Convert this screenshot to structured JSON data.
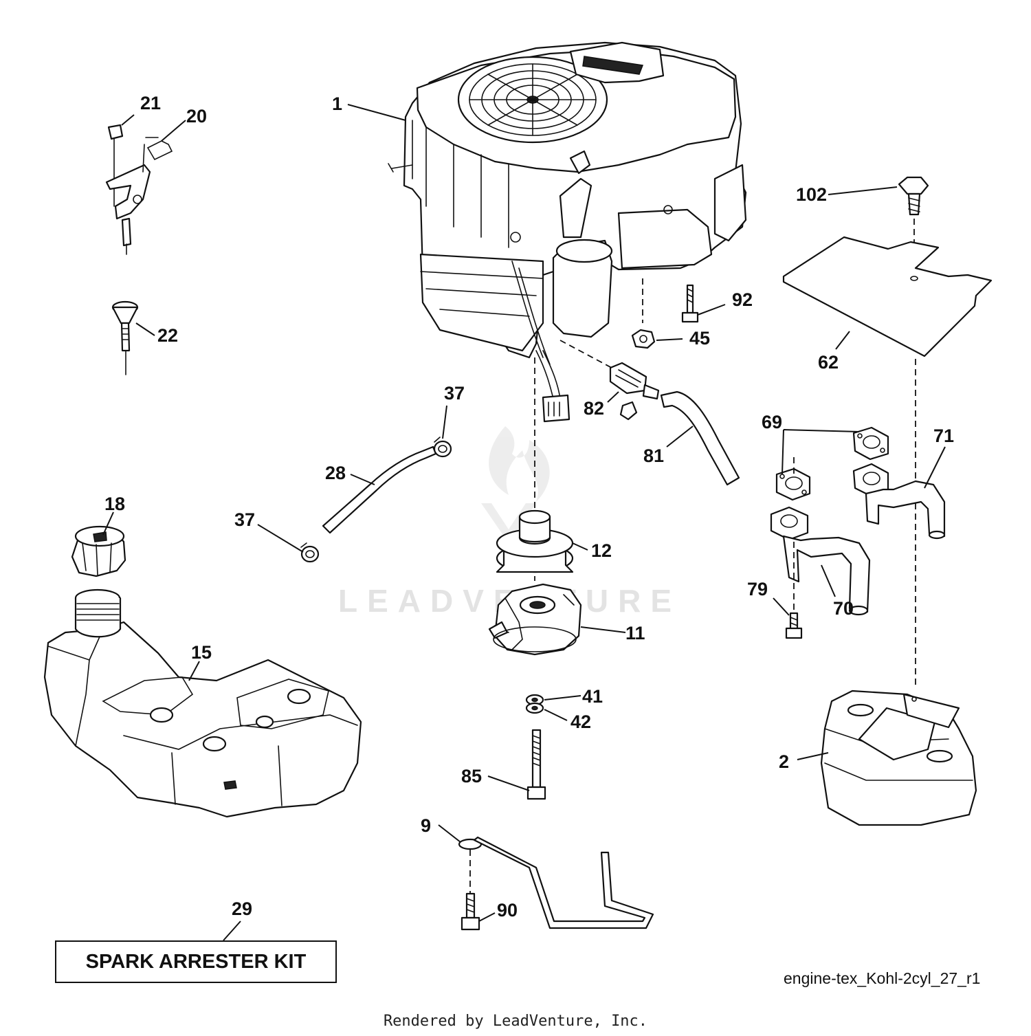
{
  "watermark": "LEADVENTURE",
  "callouts": [
    {
      "id": "c1",
      "label": "1"
    },
    {
      "id": "c2",
      "label": "2"
    },
    {
      "id": "c9",
      "label": "9"
    },
    {
      "id": "c11",
      "label": "11"
    },
    {
      "id": "c12",
      "label": "12"
    },
    {
      "id": "c15",
      "label": "15"
    },
    {
      "id": "c18",
      "label": "18"
    },
    {
      "id": "c20",
      "label": "20"
    },
    {
      "id": "c21",
      "label": "21"
    },
    {
      "id": "c22",
      "label": "22"
    },
    {
      "id": "c28",
      "label": "28"
    },
    {
      "id": "c29",
      "label": "29"
    },
    {
      "id": "c37a",
      "label": "37"
    },
    {
      "id": "c37b",
      "label": "37"
    },
    {
      "id": "c41",
      "label": "41"
    },
    {
      "id": "c42",
      "label": "42"
    },
    {
      "id": "c45",
      "label": "45"
    },
    {
      "id": "c62",
      "label": "62"
    },
    {
      "id": "c69",
      "label": "69"
    },
    {
      "id": "c70",
      "label": "70"
    },
    {
      "id": "c71",
      "label": "71"
    },
    {
      "id": "c79",
      "label": "79"
    },
    {
      "id": "c81",
      "label": "81"
    },
    {
      "id": "c82",
      "label": "82"
    },
    {
      "id": "c85",
      "label": "85"
    },
    {
      "id": "c90",
      "label": "90"
    },
    {
      "id": "c92",
      "label": "92"
    },
    {
      "id": "c102",
      "label": "102"
    }
  ],
  "kit_box_label": "SPARK ARRESTER KIT",
  "diagram_id": "engine-tex_Kohl-2cyl_27_r1",
  "footer": "Rendered by LeadVenture, Inc."
}
